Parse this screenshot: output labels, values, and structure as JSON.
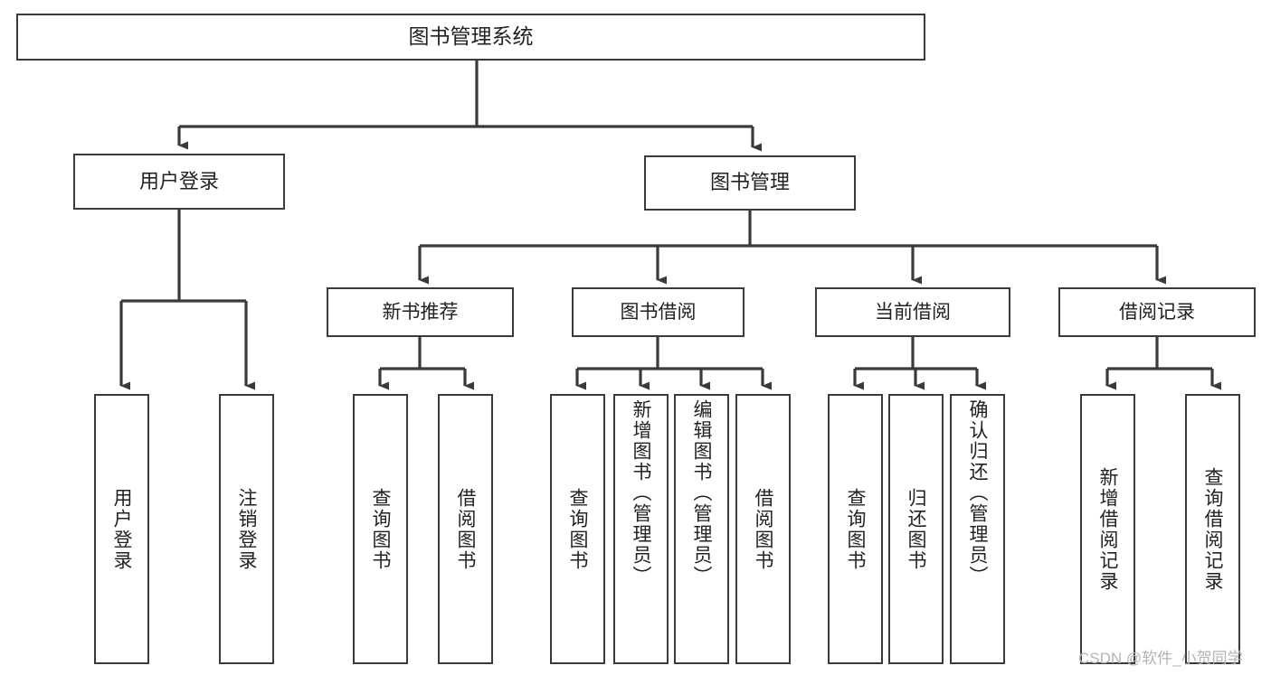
{
  "diagram": {
    "title": "图书管理系统",
    "type": "tree-hierarchy-chart",
    "orientation": "top-down",
    "colors": {
      "box_border": "#3a3a3a",
      "connector": "#3a3a3a",
      "box_fill": "#ffffff",
      "text": "#222222",
      "watermark": "#b4b4b4",
      "page_background": "#ffffff"
    },
    "root": {
      "label": "图书管理系统"
    },
    "level1": [
      {
        "label": "用户登录"
      },
      {
        "label": "图书管理"
      }
    ],
    "level2": [
      {
        "label": "新书推荐"
      },
      {
        "label": "图书借阅"
      },
      {
        "label": "当前借阅"
      },
      {
        "label": "借阅记录"
      }
    ],
    "groups": [
      {
        "parent": "用户登录",
        "leaves": [
          {
            "label": "用户登录"
          },
          {
            "label": "注销登录"
          }
        ]
      },
      {
        "parent": "新书推荐",
        "leaves": [
          {
            "label": "查询图书"
          },
          {
            "label": "借阅图书"
          }
        ]
      },
      {
        "parent": "图书借阅",
        "leaves": [
          {
            "label": "查询图书"
          },
          {
            "label": "新增图书（管理员）"
          },
          {
            "label": "编辑图书（管理员）"
          },
          {
            "label": "借阅图书"
          }
        ]
      },
      {
        "parent": "当前借阅",
        "leaves": [
          {
            "label": "查询图书"
          },
          {
            "label": "归还图书"
          },
          {
            "label": "确认归还（管理员）"
          }
        ]
      },
      {
        "parent": "借阅记录",
        "leaves": [
          {
            "label": "新增借阅记录"
          },
          {
            "label": "查询借阅记录"
          }
        ]
      }
    ]
  },
  "watermark": {
    "text": "CSDN @软件_小贺同学"
  }
}
